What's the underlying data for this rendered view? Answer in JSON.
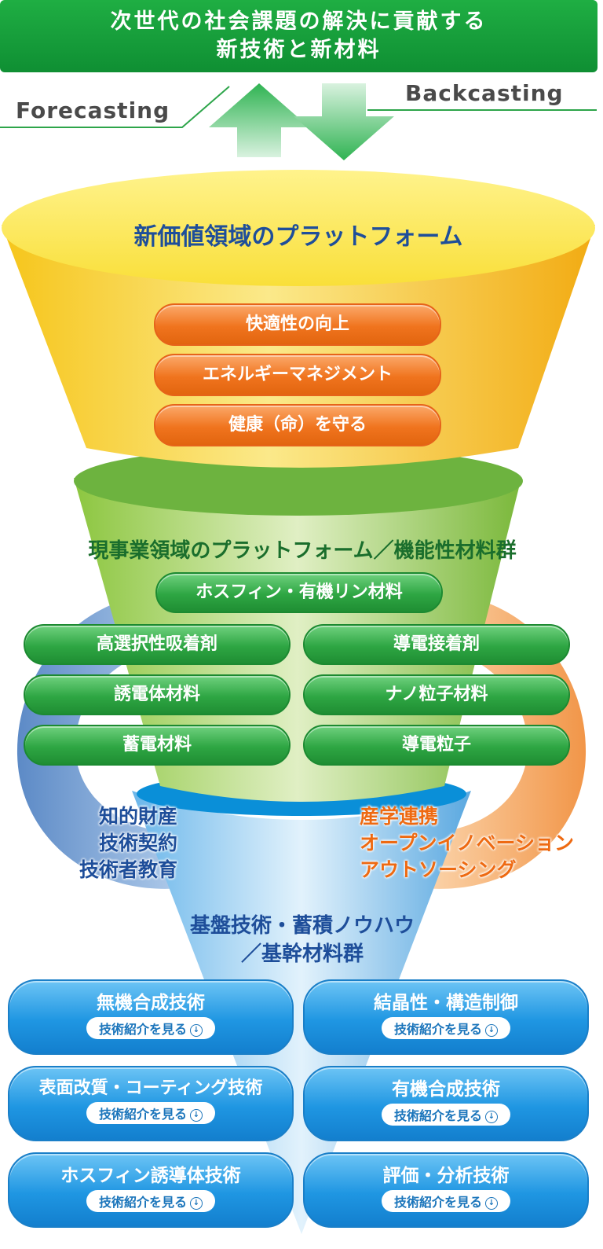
{
  "banner": {
    "line1": "次世代の社会課題の解決に貢献する",
    "line2": "新技術と新材料"
  },
  "arrows": {
    "forecasting": "Forecasting",
    "backcasting": "Backcasting"
  },
  "new_value": {
    "title": "新価値領域のプラットフォーム",
    "items": [
      "快適性の向上",
      "エネルギーマネジメント",
      "健康（命）を守る"
    ]
  },
  "current_business": {
    "title": "現事業領域のプラットフォーム／機能性材料群",
    "top_item": "ホスフィン・有機リン材料",
    "left_items": [
      "高選択性吸着剤",
      "誘電体材料",
      "蓄電材料"
    ],
    "right_items": [
      "導電接着剤",
      "ナノ粒子材料",
      "導電粒子"
    ]
  },
  "side_left": [
    "知的財産",
    "技術契約",
    "技術者教育"
  ],
  "side_right": [
    "産学連携",
    "オープンイノベーション",
    "アウトソーシング"
  ],
  "foundation": {
    "title_line1": "基盤技術・蓄積ノウハウ",
    "title_line2": "／基幹材料群",
    "link_label": "技術紹介を見る",
    "left_items": [
      "無機合成技術",
      "表面改質・コーティング技術",
      "ホスフィン誘導体技術"
    ],
    "right_items": [
      "結晶性・構造制御",
      "有機合成技術",
      "評価・分析技術"
    ]
  },
  "colors": {
    "banner_green": "#129a38",
    "funnel_yellow": "#f7c81c",
    "funnel_green": "#8cc63f",
    "funnel_blue": "#5aaee6",
    "pill_orange": "#f0741e",
    "pill_green": "#2ea643",
    "pill_blue": "#1f96e2",
    "ring_blue": "#5b8ec9",
    "ring_orange": "#f59a4c"
  },
  "icons": [
    "arrow-up-icon",
    "arrow-down-icon",
    "circle-arrow-down-icon"
  ]
}
